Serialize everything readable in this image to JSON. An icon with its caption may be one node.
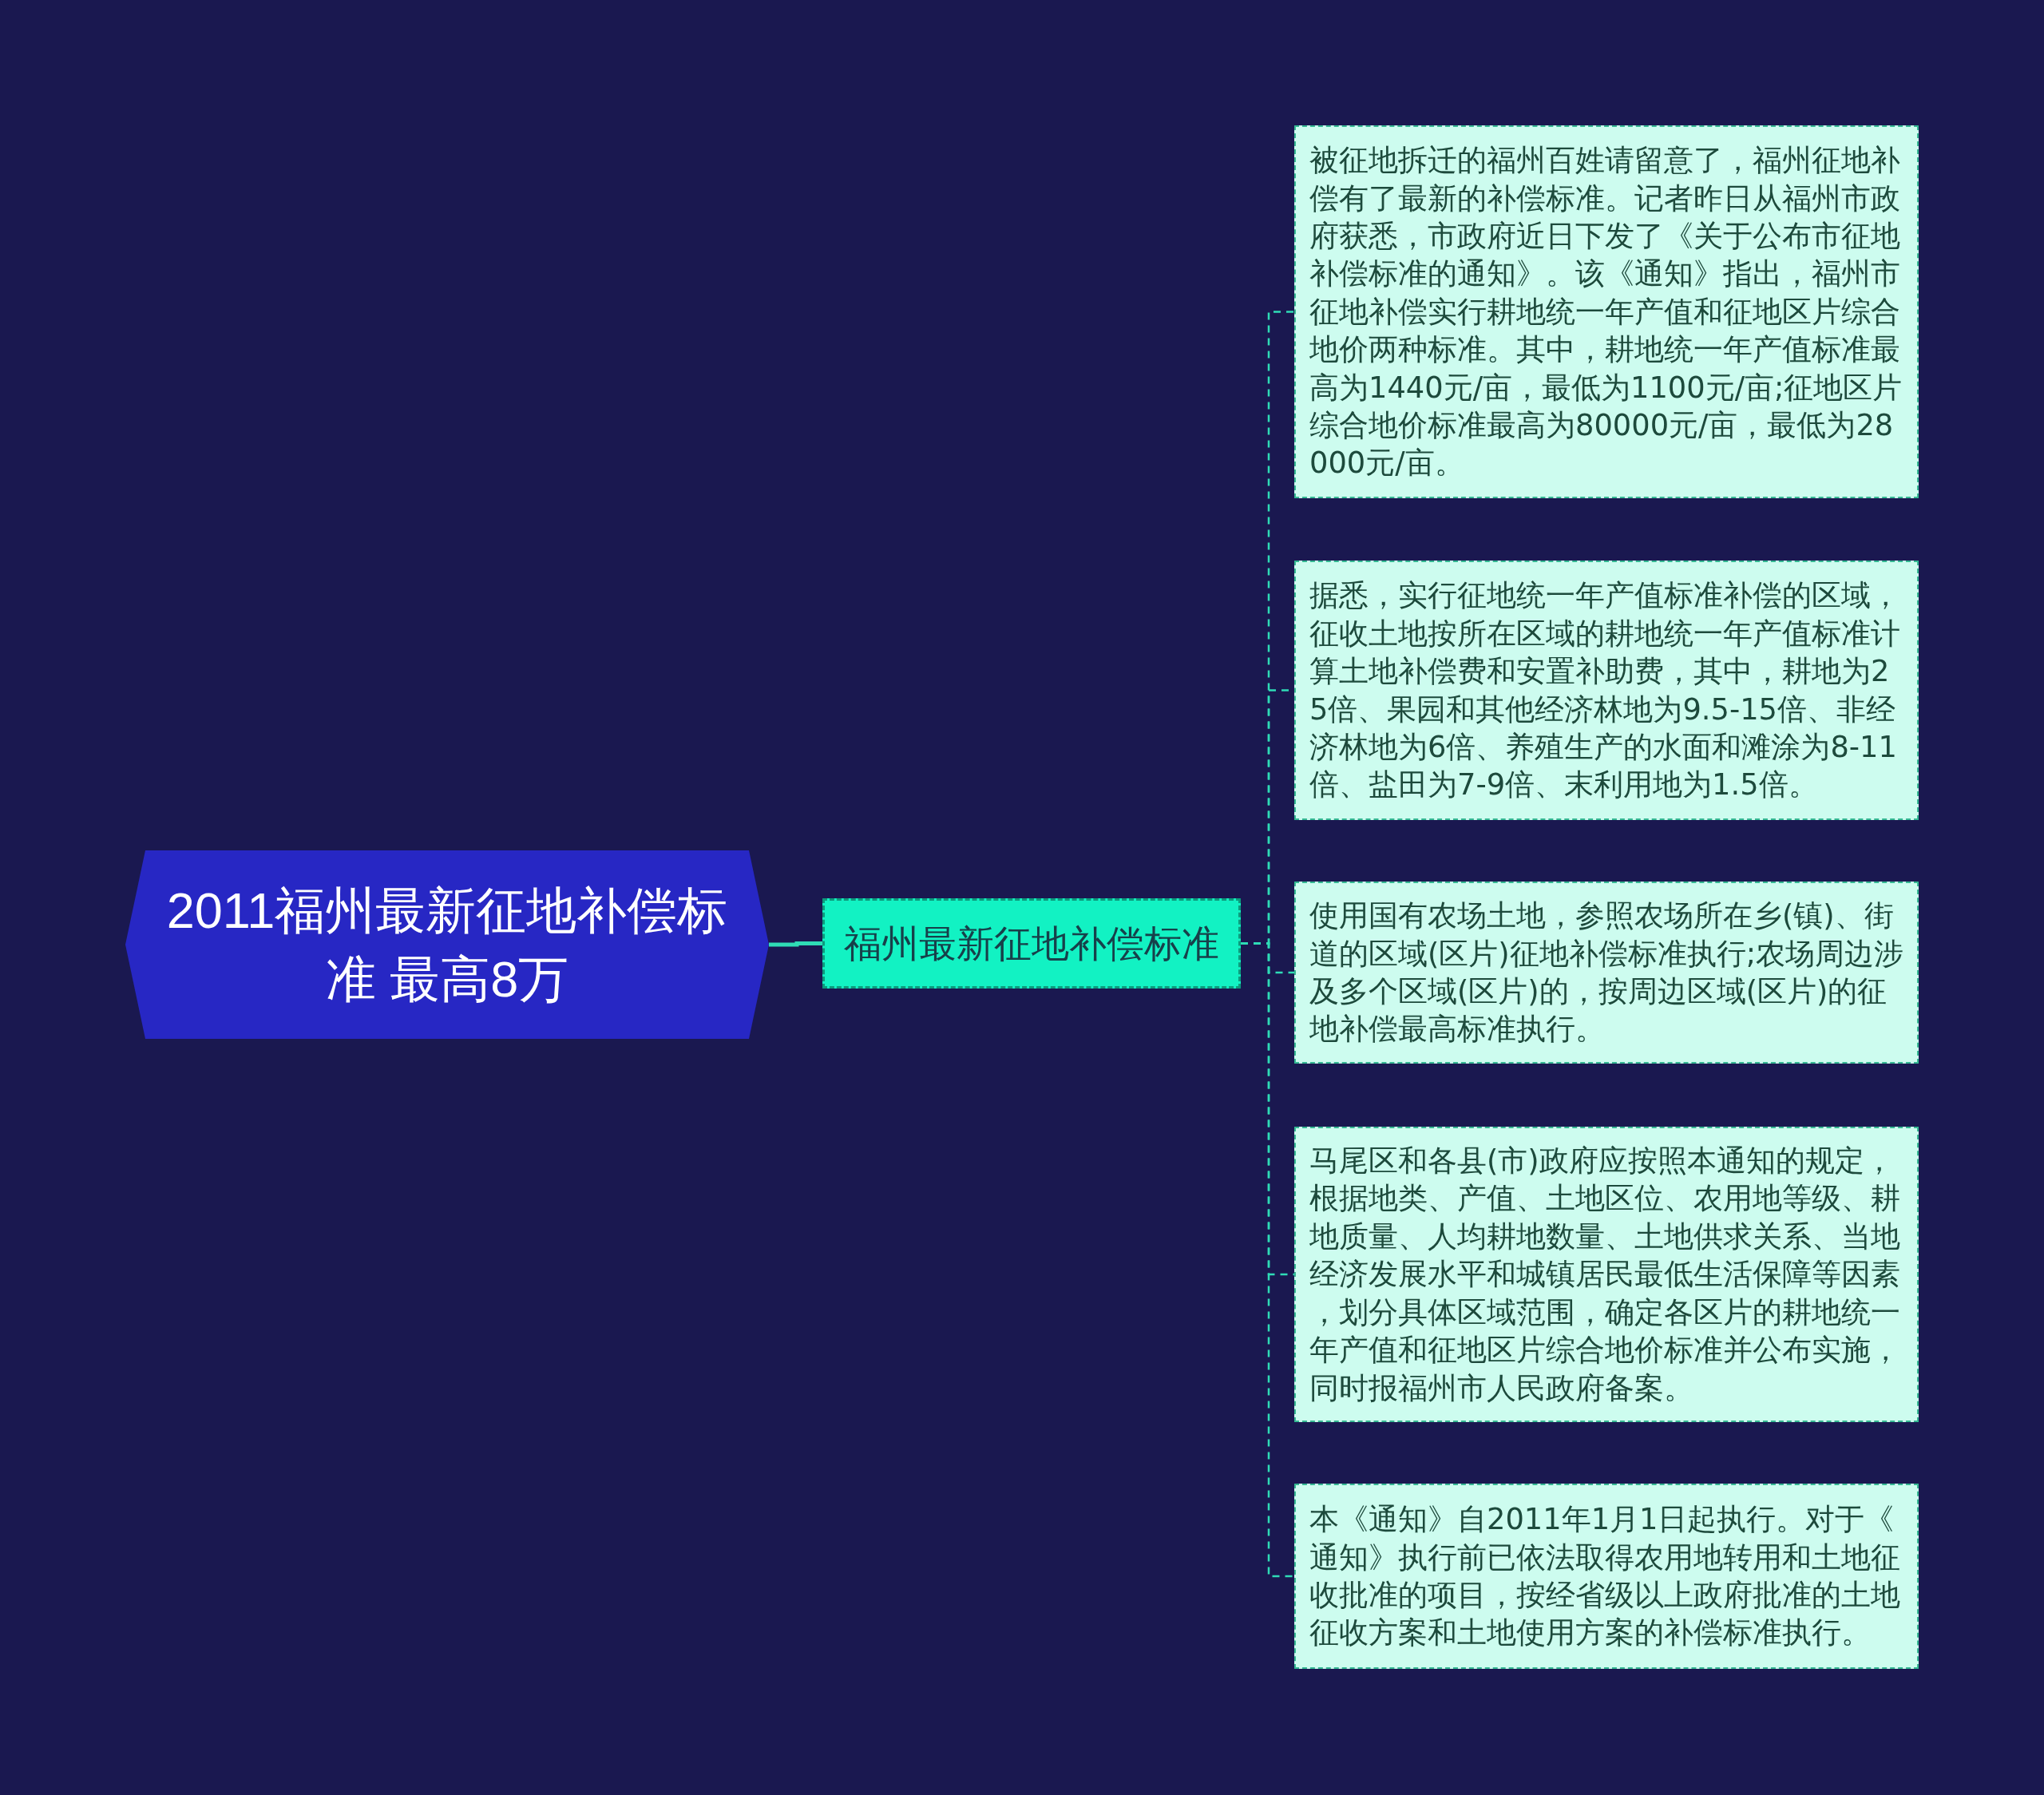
{
  "diagram": {
    "nodes": [
      {
        "text": [
          "2011福州最新征地补偿标准 最高8万"
        ]
      },
      {
        "text": [
          "福州最新征地补偿标准"
        ]
      },
      {
        "text": [
          "被征地拆迁的福州百姓请留意了，福州征地补偿有了最新的补偿标准。记者昨日从福州市政府获悉，市政府近日下发了《关于公布市征地补偿标准的通知》。该《通知》指出，福州市征地补偿实行耕地统一年产值和征地区片综合地价两种标准。其中，耕地统一年产值标准最高为1440元/亩，最低为1100元/亩;征地区片综合地价标准最高为80000元/亩，最低为28000元/亩。"
        ]
      },
      {
        "text": [
          "据悉，实行征地统一年产值标准补偿的区域，征收土地按所在区域的耕地统一年产值标准计算土地补偿费和安置补助费，其中，耕地为25倍、果园和其他经济林地为9.5-15倍、非经济林地为6倍、养殖生产的水面和滩涂为8-11倍、盐田为7-9倍、末利用地为1.5倍。"
        ]
      },
      {
        "text": [
          "使用国有农场土地，参照农场所在乡(镇)、街道的区域(区片)征地补偿标准执行;农场周边涉及多个区域(区片)的，按周边区域(区片)的征地补偿最高标准执行。"
        ]
      },
      {
        "text": [
          "马尾区和各县(市)政府应按照本通知的规定，根据地类、产值、土地区位、农用地等级、耕地质量、人均耕地数量、土地供求关系、当地经济发展水平和城镇居民最低生活保障等因素，划分具体区域范围，确定各区片的耕地统一年产值和征地区片综合地价标准并公布实施，同时报福州市人民政府备案。"
        ]
      },
      {
        "text": [
          "本《通知》自2011年1月1日起执行。对于《通知》执行前已依法取得农用地转用和土地征收批准的项目，按经省级以上政府批准的土地征收方案和土地使用方案的补偿标准执行。"
        ]
      }
    ],
    "edges": [
      {
        "from": 0,
        "to": 1,
        "arrow": "none"
      },
      {
        "from": 1,
        "to": 2,
        "arrow": "none",
        "style": "dashed"
      },
      {
        "from": 1,
        "to": 3,
        "arrow": "none",
        "style": "dashed"
      },
      {
        "from": 1,
        "to": 4,
        "arrow": "none",
        "style": "dashed"
      },
      {
        "from": 1,
        "to": 5,
        "arrow": "none",
        "style": "dashed"
      },
      {
        "from": 1,
        "to": 6,
        "arrow": "none",
        "style": "dashed"
      }
    ]
  }
}
